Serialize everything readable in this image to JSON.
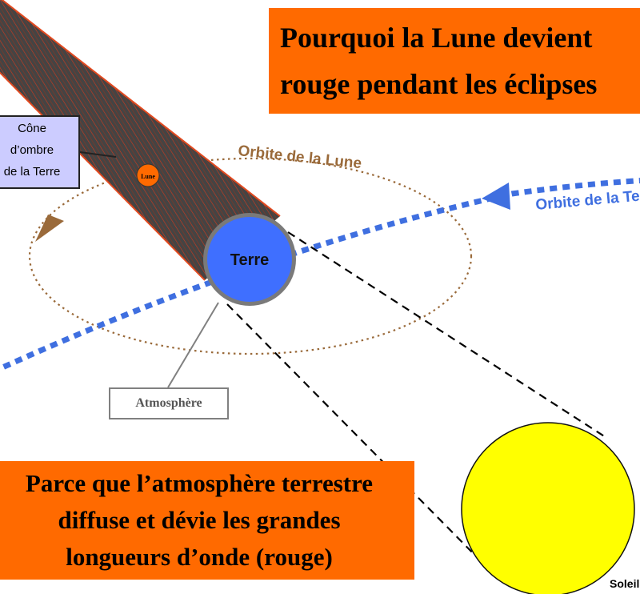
{
  "title": {
    "line1": "Pourquoi la Lune devient",
    "line2": "rouge pendant les éclipses"
  },
  "answer": {
    "line1": "Parce que l’atmosphère terrestre",
    "line2": "diffuse et dévie les grandes",
    "line3": "longueurs d’onde (rouge)"
  },
  "shadow_label": {
    "line1": "Cône",
    "line2": "d’ombre",
    "line3": "de la Terre"
  },
  "atmosphere_label": "Atmosphère",
  "earth_label": "Terre",
  "moon_label": "Lune",
  "sun_label": "Soleil",
  "moon_orbit_label": "Orbite de la Lune",
  "earth_orbit_label": "Orbite de la Terre",
  "colors": {
    "title_bg": "#ff6a00",
    "earth": "#3f6fff",
    "earth_rim": "#808080",
    "sun": "#ffff00",
    "moon": "#ff6a00",
    "earth_orbit": "#3f6fe0",
    "moon_orbit": "#9a6a3a",
    "shadow_label_bg": "#ccccff"
  },
  "icons": {
    "moon_orbit_arrow": "arrow-left-icon",
    "earth_orbit_arrow": "arrow-left-icon"
  }
}
